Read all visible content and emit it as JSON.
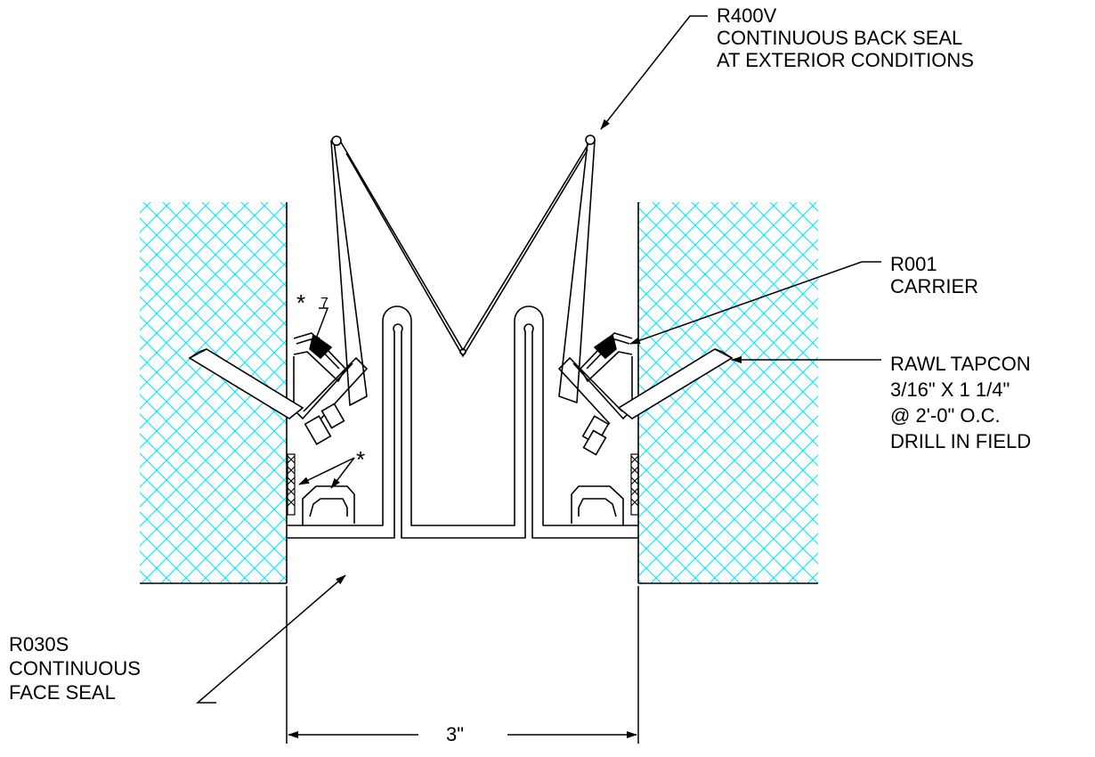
{
  "colors": {
    "line": "#000000",
    "hatch": "#00e5ff",
    "background": "#ffffff"
  },
  "callouts": {
    "back_seal": [
      "R400V",
      "CONTINUOUS BACK SEAL",
      "AT EXTERIOR CONDITIONS"
    ],
    "carrier": [
      "R001",
      "CARRIER"
    ],
    "anchor": [
      "RAWL TAPCON",
      "3/16\" X 1 1/4\"",
      "@ 2'-0\" O.C.",
      "DRILL IN FIELD"
    ],
    "face_seal": [
      "R030S",
      "CONTINUOUS",
      "FACE SEAL"
    ]
  },
  "symbols": {
    "asterisk": "*",
    "note_number": "7"
  },
  "dimension": {
    "joint_width": "3\""
  }
}
